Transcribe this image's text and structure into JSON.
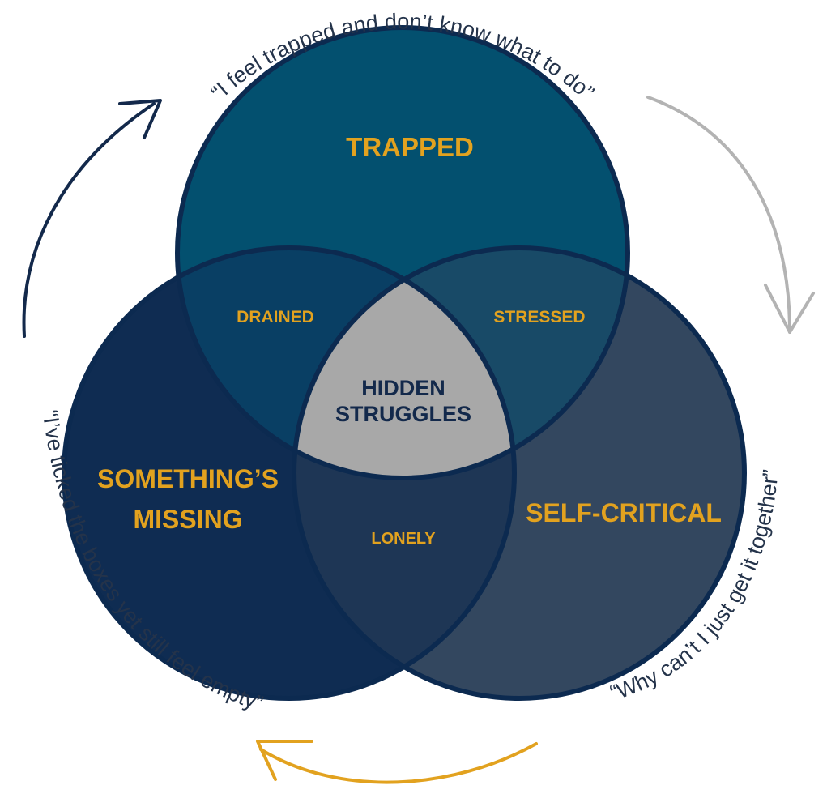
{
  "colors": {
    "circle_trapped": "#03506f",
    "circle_missing": "#0f2c52",
    "circle_critical": "#33475f",
    "overlap_drained": "#093f64",
    "overlap_stressed": "#184a67",
    "overlap_lonely": "#1e3655",
    "center": "#a8a8a8",
    "outline": "#0c2a50",
    "label_accent": "#e2a21f",
    "label_center": "#13294b",
    "quote_text": "#24334a",
    "arrow_navy": "#13294b",
    "arrow_gray": "#b3b3b3",
    "arrow_gold": "#e2a21f"
  },
  "labels": {
    "trapped": "TRAPPED",
    "missing_line1": "SOMETHING’S",
    "missing_line2": "MISSING",
    "critical": "SELF-CRITICAL",
    "drained": "DRAINED",
    "stressed": "STRESSED",
    "lonely": "LONELY",
    "center_line1": "HIDDEN",
    "center_line2": "STRUGGLES"
  },
  "quotes": {
    "top": "“I feel trapped and don’t know what to do”",
    "left": "“I’ve ticked the boxes yet still feel empty”",
    "right": "“Why can’t I just get it together”"
  }
}
